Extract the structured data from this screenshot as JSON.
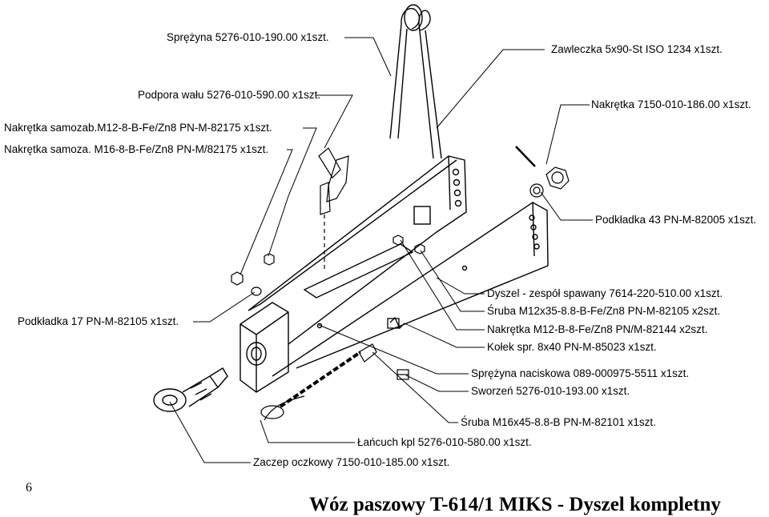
{
  "labels": {
    "sprezyna": "Sprężyna 5276-010-190.00 x1szt.",
    "zawleczka": "Zawleczka 5x90-St ISO 1234 x1szt.",
    "podpora": "Podpora wału 5276-010-590.00 x1szt.",
    "nakretka_7150": "Nakrętka 7150-010-186.00 x1szt.",
    "nakretka_m12": "Nakrętka samozab.M12-8-B-Fe/Zn8 PN-M-82175 x1szt.",
    "nakretka_m16": "Nakrętka samoza. M16-8-B-Fe/Zn8 PN-M/82175 x1szt.",
    "podkladka_43": "Podkładka 43 PN-M-82005 x1szt.",
    "podkladka_17": "Podkładka 17 PN-M-82105 x1szt.",
    "dyszel": "Dyszel - zespół spawany 7614-220-510.00 x1szt.",
    "sruba_m12": "Śruba M12x35-8.8-B-Fe/Zn8 PN-M-82105 x2szt.",
    "nakretka_m12b": "Nakrętka M12-B-8-Fe/Zn8 PN/M-82144 x2szt.",
    "kolek": "Kołek spr. 8x40 PN-M-85023 x1szt.",
    "sprezyna_nac": "Sprężyna naciskowa 089-000975-5511 x1szt.",
    "sworzen": "Sworzeń 5276-010-193.00 x1szt.",
    "sruba_m16": "Śruba M16x45-8.8-B PN-M-82101 x1szt.",
    "lancuch": "Łańcuch kpl 5276-010-580.00 x1szt.",
    "zaczep": "Zaczep oczkowy 7150-010-185.00 x1szt."
  },
  "page_number": "6",
  "title": "Wóz paszowy T-614/1 MIKS - Dyszel kompletny"
}
